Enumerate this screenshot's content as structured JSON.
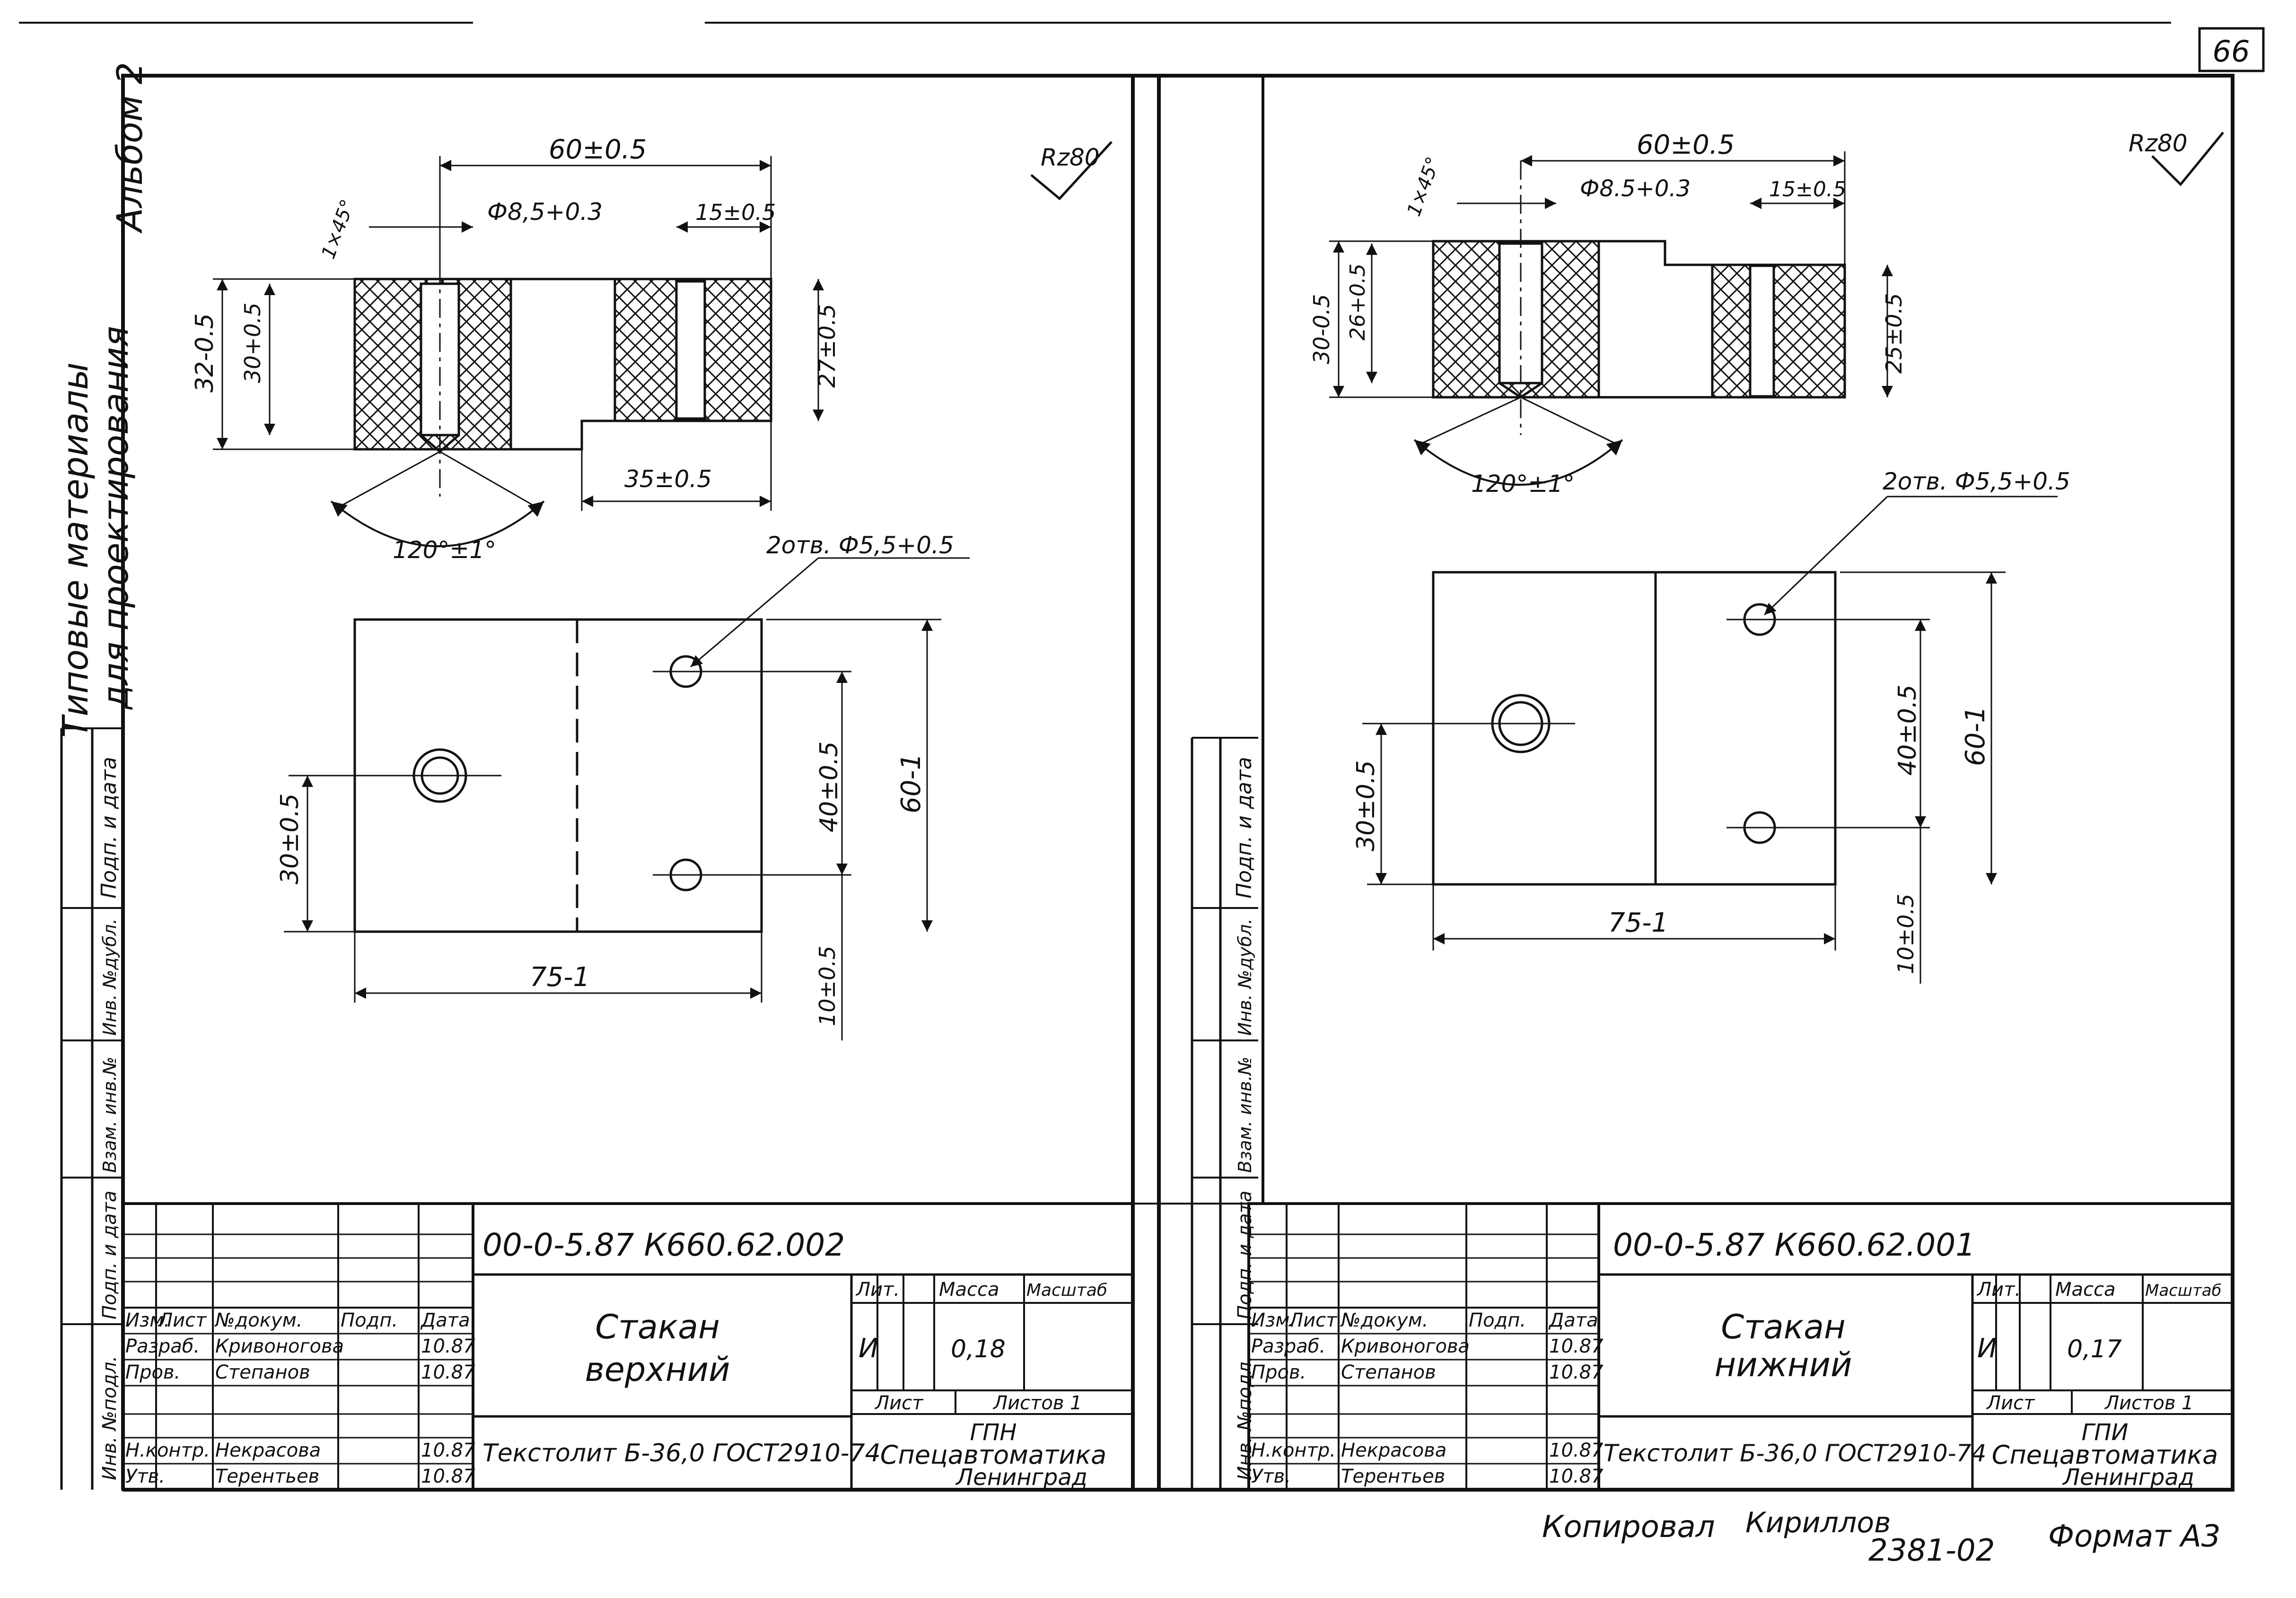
{
  "page": {
    "number": "66",
    "format": "Формат А3",
    "copied": "Копировал",
    "copied_sign": "Кириллов",
    "code": "2381-02"
  },
  "album": {
    "line1": "Альбом 2",
    "line2": "Типовые материалы",
    "line3": "для проектирования"
  },
  "margin_labels": [
    "Подп. и дата",
    "Инв. №дубл.",
    "Взам. инв.№",
    "Подп. и дата",
    "Инв. №подл."
  ],
  "left_sheet": {
    "doc_code": "00-0-5.87  К660.62.002",
    "title_line1": "Стакан",
    "title_line2": "верхний",
    "material": "Текстолит Б-36,0 ГОСТ2910-74",
    "lit": "И",
    "mass": "0,18",
    "org1": "ГПН",
    "org2": "Спецавтоматика",
    "org3": "Ленинград",
    "dims": {
      "top_len": "60±0.5",
      "chamfer": "1×45°",
      "hole_d": "Ф8,5+0.3",
      "step": "15±0.5",
      "h_total": "32-0.5",
      "h_hole": "30+0.5",
      "h_right": "27±0.5",
      "bottom_len": "35±0.5",
      "angle": "120°±1°",
      "holes2": "2отв. Ф5,5+0.5",
      "hole_pos": "30±0.5",
      "holes_dist": "40±0.5",
      "width": "60-1",
      "length": "75-1",
      "edge": "10±0.5",
      "rough": "Rz80"
    },
    "persons": [
      {
        "role": "Разраб.",
        "name": "Кривоногова",
        "date": "10.87"
      },
      {
        "role": "Пров.",
        "name": "Степанов",
        "date": "10.87"
      },
      {
        "role": "Н.контр.",
        "name": "Некрасова",
        "date": "10.87"
      },
      {
        "role": "Утв.",
        "name": "Терентьев",
        "date": "10.87"
      }
    ]
  },
  "right_sheet": {
    "doc_code": "00-0-5.87  К660.62.001",
    "title_line1": "Стакан",
    "title_line2": "нижний",
    "material": "Текстолит Б-36,0 ГОСТ2910-74",
    "lit": "И",
    "mass": "0,17",
    "org1": "ГПИ",
    "org2": "Спецавтоматика",
    "org3": "Ленинград",
    "dims": {
      "top_len": "60±0.5",
      "chamfer": "1×45°",
      "hole_d": "Ф8.5+0.3",
      "step": "15±0.5",
      "h_total": "30-0.5",
      "h_hole": "26+0.5",
      "h_right": "25±0.5",
      "angle": "120°±1°",
      "holes2": "2отв. Ф5,5+0.5",
      "hole_pos": "30±0.5",
      "holes_dist": "40±0.5",
      "width": "60-1",
      "length": "75-1",
      "edge": "10±0.5",
      "rough": "Rz80"
    },
    "persons": [
      {
        "role": "Разраб.",
        "name": "Кривоногова",
        "date": "10.87"
      },
      {
        "role": "Пров.",
        "name": "Степанов",
        "date": "10.87"
      },
      {
        "role": "Н.контр.",
        "name": "Некрасова",
        "date": "10.87"
      },
      {
        "role": "Утв.",
        "name": "Терентьев",
        "date": "10.87"
      }
    ]
  },
  "table_headers": {
    "izm": "Изм.",
    "list": "Лист",
    "doc": "№докум.",
    "sign": "Подп.",
    "date": "Дата",
    "lit": "Лит.",
    "mass": "Масса",
    "scale": "Масштаб",
    "sheet": "Лист",
    "sheets": "Листов 1"
  }
}
